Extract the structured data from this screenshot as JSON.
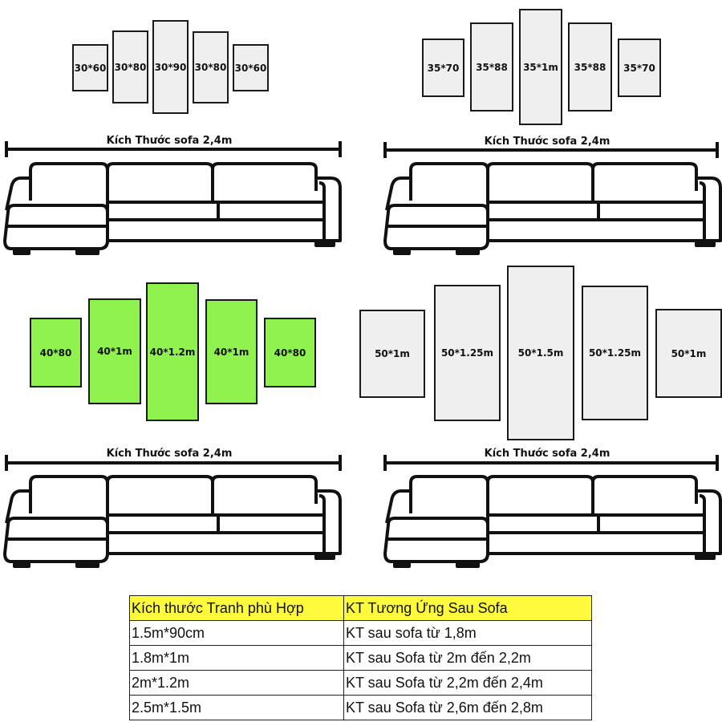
{
  "sofa_label": "Kích Thước sofa 2,4m",
  "layouts": [
    {
      "panel_fill": "#efefef",
      "panels": [
        "30*60",
        "30*80",
        "30*90",
        "30*80",
        "30*60"
      ]
    },
    {
      "panel_fill": "#efefef",
      "panels": [
        "35*70",
        "35*88",
        "35*1m",
        "35*88",
        "35*70"
      ]
    },
    {
      "panel_fill": "#90f24f",
      "panels": [
        "40*80",
        "40*1m",
        "40*1.2m",
        "40*1m",
        "40*80"
      ]
    },
    {
      "panel_fill": "#efefef",
      "panels": [
        "50*1m",
        "50*1.25m",
        "50*1.5m",
        "50*1.25m",
        "50*1m"
      ]
    }
  ],
  "table": {
    "header_bg": "#fdfb3c",
    "headers": [
      "Kích thước Tranh phù Hợp",
      "KT Tương Ứng Sau Sofa"
    ],
    "rows": [
      [
        "1.5m*90cm",
        "KT sau sofa từ  1,8m"
      ],
      [
        "1.8m*1m",
        "KT sau Sofa từ 2m đến 2,2m"
      ],
      [
        "2m*1.2m",
        "KT sau Sofa từ 2,2m đến 2,4m"
      ],
      [
        "2.5m*1.5m",
        "KT sau Sofa từ 2,6m đến 2,8m"
      ]
    ]
  }
}
